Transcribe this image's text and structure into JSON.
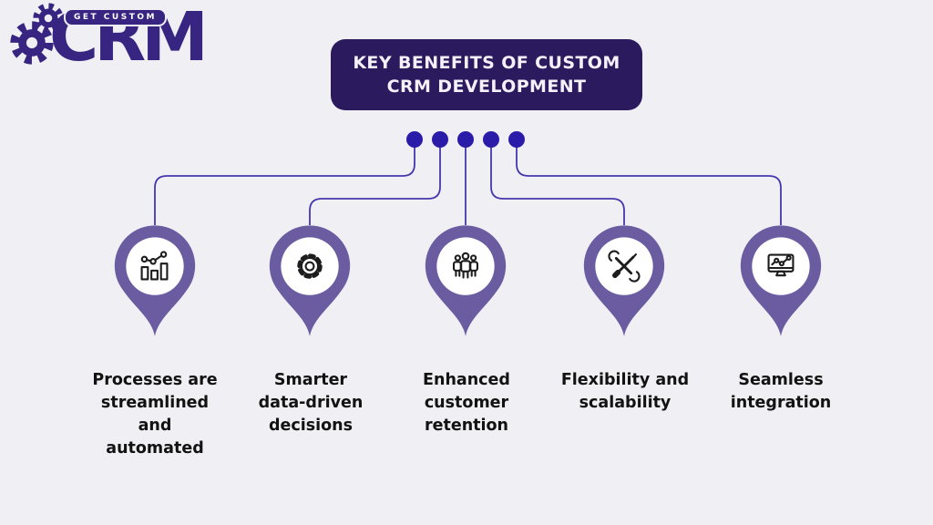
{
  "logo": {
    "brand": "CRM",
    "tagline": "GET CUSTOM"
  },
  "title": {
    "line1": "KEY BENEFITS OF CUSTOM",
    "line2": "CRM DEVELOPMENT"
  },
  "benefits": [
    {
      "label": "Processes are streamlined and automated",
      "icon": "bar-chart-trend-icon"
    },
    {
      "label": "Smarter data-driven decisions",
      "icon": "gear-icon"
    },
    {
      "label": "Enhanced customer retention",
      "icon": "people-group-icon"
    },
    {
      "label": "Flexibility and scalability",
      "icon": "tools-icon"
    },
    {
      "label": "Seamless integration",
      "icon": "monitor-chart-icon"
    }
  ],
  "colors": {
    "background": "#F0F0F4",
    "title_box_bg": "#2B1A5E",
    "title_text": "#F4F1FA",
    "dot": "#2A1BA8",
    "connector": "#4437AE",
    "pin": "#6B5CA1",
    "pin_inner": "#FFFFFF",
    "icon_stroke": "#1D1D1D",
    "label_text": "#121212",
    "logo": "#372581"
  }
}
